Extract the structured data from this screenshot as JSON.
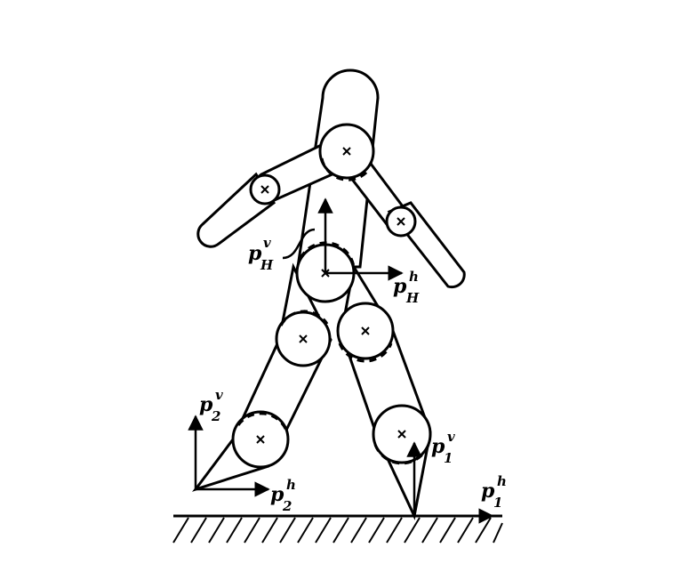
{
  "figure": {
    "labels": {
      "hip_vertical": {
        "base": "p",
        "sup": "v",
        "sub": "H"
      },
      "hip_horizontal": {
        "base": "p",
        "sup": "h",
        "sub": "H"
      },
      "foot2_vertical": {
        "base": "p",
        "sup": "v",
        "sub": "2"
      },
      "foot2_horizontal": {
        "base": "p",
        "sup": "h",
        "sub": "2"
      },
      "foot1_vertical": {
        "base": "p",
        "sup": "v",
        "sub": "1"
      },
      "foot1_horizontal": {
        "base": "p",
        "sup": "h",
        "sub": "1"
      }
    },
    "colors": {
      "ink": "#000000",
      "background": "#ffffff"
    }
  }
}
